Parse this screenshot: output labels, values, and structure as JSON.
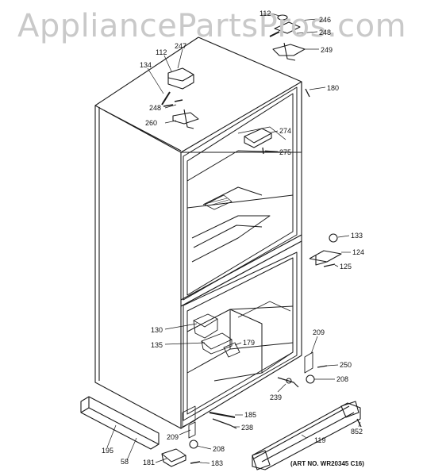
{
  "watermark": "AppliancePartsPros.com",
  "art_number": "(ART NO. WR20345 C16)",
  "labels": [
    "112",
    "246",
    "248",
    "249",
    "247",
    "112",
    "134",
    "180",
    "248",
    "260",
    "274",
    "275",
    "133",
    "124",
    "125",
    "130",
    "209",
    "135",
    "179",
    "250",
    "208",
    "239",
    "185",
    "238",
    "195",
    "209",
    "208",
    "119",
    "852",
    "58",
    "181",
    "183"
  ]
}
